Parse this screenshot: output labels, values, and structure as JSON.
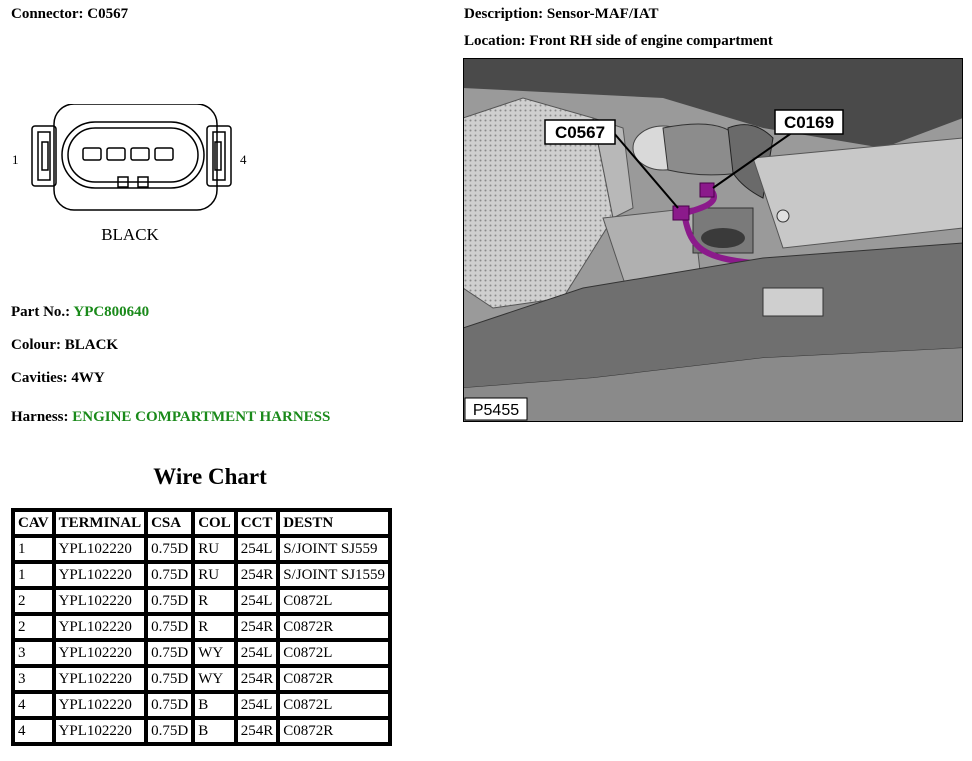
{
  "connector": {
    "label": "Connector:",
    "value": "C0567"
  },
  "description": {
    "label": "Description:",
    "value": "Sensor-MAF/IAT"
  },
  "location": {
    "label": "Location:",
    "value": "Front RH side of engine compartment"
  },
  "diagram": {
    "pin_left": "1",
    "pin_right": "4",
    "colour_caption": "BLACK"
  },
  "photo": {
    "callout_1": "C0567",
    "callout_2": "C0169",
    "ref": "P5455",
    "highlight_color": "#8b1a8b"
  },
  "part_no": {
    "label": "Part No.:",
    "value": "YPC800640"
  },
  "colour": {
    "label": "Colour:",
    "value": "BLACK"
  },
  "cavities": {
    "label": "Cavities:",
    "value": "4WY"
  },
  "harness": {
    "label": "Harness:",
    "value": "ENGINE COMPARTMENT HARNESS"
  },
  "link_color": "#1a8a1a",
  "wire_chart": {
    "title": "Wire Chart",
    "headers": [
      "CAV",
      "TERMINAL",
      "CSA",
      "COL",
      "CCT",
      "DESTN"
    ],
    "rows": [
      [
        "1",
        "YPL102220",
        "0.75D",
        "RU",
        "254L",
        "S/JOINT SJ559"
      ],
      [
        "1",
        "YPL102220",
        "0.75D",
        "RU",
        "254R",
        "S/JOINT SJ1559"
      ],
      [
        "2",
        "YPL102220",
        "0.75D",
        "R",
        "254L",
        "C0872L"
      ],
      [
        "2",
        "YPL102220",
        "0.75D",
        "R",
        "254R",
        "C0872R"
      ],
      [
        "3",
        "YPL102220",
        "0.75D",
        "WY",
        "254L",
        "C0872L"
      ],
      [
        "3",
        "YPL102220",
        "0.75D",
        "WY",
        "254R",
        "C0872R"
      ],
      [
        "4",
        "YPL102220",
        "0.75D",
        "B",
        "254L",
        "C0872L"
      ],
      [
        "4",
        "YPL102220",
        "0.75D",
        "B",
        "254R",
        "C0872R"
      ]
    ]
  }
}
